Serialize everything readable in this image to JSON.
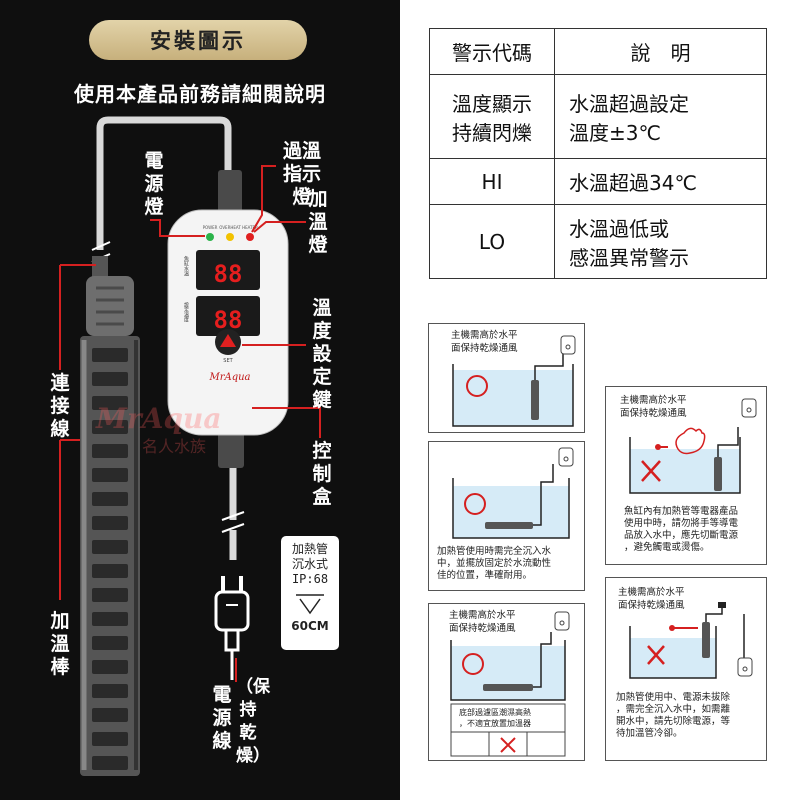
{
  "left": {
    "badge": "安裝圖示",
    "subtitle": "使用本產品前務請細閱說明",
    "labels": {
      "power_light": "電源燈",
      "overheat_light": "過溫指示燈",
      "heating_light": "加溫燈",
      "temp_button": "溫度設定鍵",
      "control_box": "控制盒",
      "connector": "連接線",
      "heater_rod": "加溫棒",
      "power_cord": "電源線",
      "keep_dry": "（保持乾燥）"
    },
    "controller": {
      "led_labels": [
        "POWER",
        "OVERHEAT",
        "HEATER"
      ],
      "display_1": "88",
      "display_2": "88",
      "display_1_side": "魚缸水溫",
      "display_2_side": "設定溫度",
      "button_caption": "SET",
      "brand": "MrAqua"
    },
    "watermark": {
      "text": "MrAqua",
      "sub": "名人水族"
    },
    "spec": {
      "line1": "加熱管",
      "line2": "沉水式",
      "line3": "IP:68",
      "depth": "60CM"
    }
  },
  "warning_table": {
    "headers": [
      "警示代碼",
      "說　明"
    ],
    "rows": [
      {
        "code_lines": [
          "溫度顯示",
          "持續閃爍"
        ],
        "desc_lines": [
          "水溫超過設定",
          "溫度±3℃"
        ]
      },
      {
        "code_lines": [
          "HI"
        ],
        "desc_lines": [
          "水溫超過34℃"
        ]
      },
      {
        "code_lines": [
          "LO"
        ],
        "desc_lines": [
          "水溫過低或",
          "感溫異常警示"
        ]
      }
    ]
  },
  "diagrams": {
    "d1": {
      "title_lines": [
        "主機需高於水平",
        "面保持乾燥通風"
      ]
    },
    "d2": {
      "caption_lines": [
        "加熱管使用時需完全沉入水",
        "中，並擺放固定於水流動性",
        "佳的位置，準確耐用。"
      ]
    },
    "d3": {
      "title_lines": [
        "主機需高於水平",
        "面保持乾燥通風"
      ],
      "note_lines": [
        "底部過濾區潮濕高熱",
        "，不適宜放置加溫器"
      ]
    },
    "d4": {
      "title_lines": [
        "主機需高於水平",
        "面保持乾燥通風"
      ],
      "caption_lines": [
        "魚缸內有加熱管等電器產品",
        "使用中時，請勿將手等導電",
        "品放入水中，應先切斷電源",
        "，避免觸電或燙傷。"
      ]
    },
    "d5": {
      "title_lines": [
        "主機需高於水平",
        "面保持乾燥通風"
      ],
      "caption_lines": [
        "加熱管使用中、電源未拔除",
        "，需完全沉入水中，如需離",
        "開水中，請先切除電源，等",
        "待加溫管冷卻。"
      ]
    }
  },
  "colors": {
    "accent_red": "#d52020",
    "gold": "#c7b07c",
    "water": "#d6ebf7",
    "dark_bg": "#0f0f0f"
  }
}
